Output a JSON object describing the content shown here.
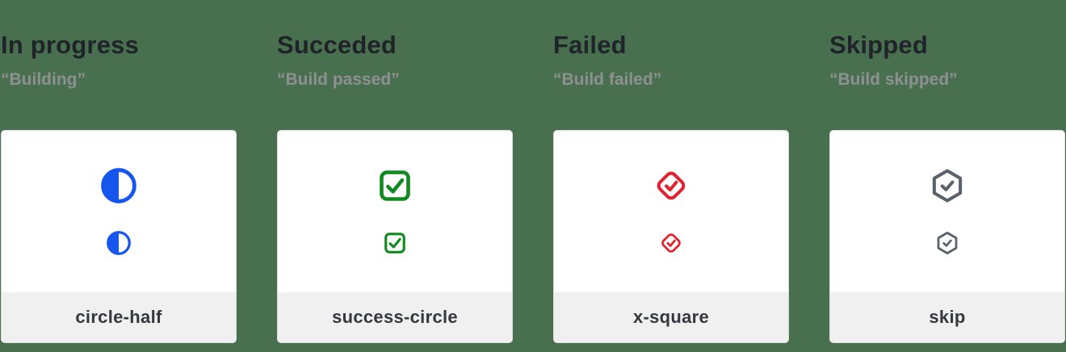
{
  "theme": {
    "background": "#48704F",
    "card_background": "#FFFFFF",
    "card_border": "#DEDEDE",
    "footer_background": "#F0F0F0",
    "title_color": "#20242A",
    "subtitle_color": "#8E9092",
    "label_color": "#35383E"
  },
  "statuses": [
    {
      "title": "In progress",
      "subtitle": "“Building”",
      "icon": "circle-half-icon",
      "icon_label": "circle-half",
      "color": "#1756EE"
    },
    {
      "title": "Succeded",
      "subtitle": "“Build passed”",
      "icon": "check-square-icon",
      "icon_label": "success-circle",
      "color": "#108A1F"
    },
    {
      "title": "Failed",
      "subtitle": "“Build failed”",
      "icon": "check-diamond-icon",
      "icon_label": "x-square",
      "color": "#E2222E"
    },
    {
      "title": "Skipped",
      "subtitle": "“Build skipped”",
      "icon": "check-hexagon-icon",
      "icon_label": "skip",
      "color": "#5A616C"
    }
  ]
}
